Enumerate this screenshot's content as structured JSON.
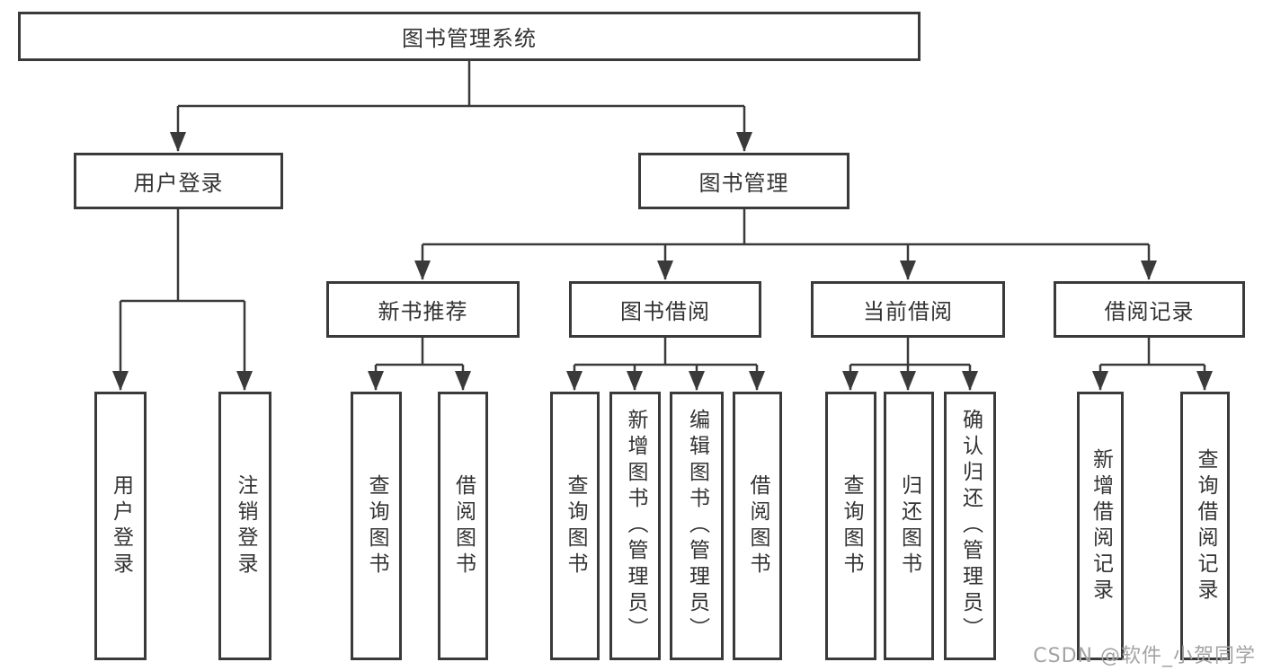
{
  "diagram": {
    "root": {
      "label": "图书管理系统"
    },
    "branches": [
      {
        "label": "用户登录",
        "leaves": [
          "用户登录",
          "注销登录"
        ]
      },
      {
        "label": "图书管理",
        "groups": [
          {
            "label": "新书推荐",
            "leaves": [
              "查询图书",
              "借阅图书"
            ]
          },
          {
            "label": "图书借阅",
            "leaves": [
              "查询图书",
              "新增图书（管理员）",
              "编辑图书（管理员）",
              "借阅图书"
            ]
          },
          {
            "label": "当前借阅",
            "leaves": [
              "查询图书",
              "归还图书",
              "确认归还（管理员）"
            ]
          },
          {
            "label": "借阅记录",
            "leaves": [
              "新增借阅记录",
              "查询借阅记录"
            ]
          }
        ]
      }
    ]
  },
  "watermark": "CSDN @软件_小贺同学",
  "colors": {
    "line": "#3a3a3a",
    "box_border": "#3a3a3a",
    "text": "#333333",
    "watermark": "#a3a3a3"
  }
}
